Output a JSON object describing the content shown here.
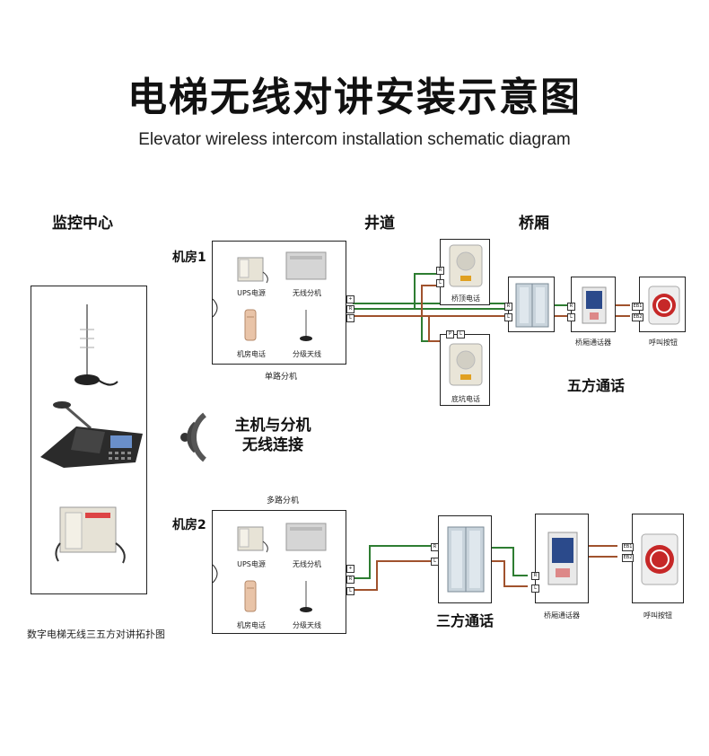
{
  "header": {
    "title": "电梯无线对讲安装示意图",
    "subtitle": "Elevator wireless intercom installation schematic diagram"
  },
  "sections": {
    "monitor_center": "监控中心",
    "shaft": "井道",
    "car": "桥厢"
  },
  "room1": {
    "label": "机房1",
    "devices": {
      "ups": "UPS电源",
      "wireless_ext": "无线分机",
      "room_phone": "机房电话",
      "antenna": "分级天线"
    },
    "caption": "单路分机"
  },
  "room2": {
    "label": "机房2",
    "top_caption": "多路分机",
    "devices": {
      "ups": "UPS电源",
      "wireless_ext": "无线分机",
      "room_phone": "机房电话",
      "antenna": "分级天线"
    }
  },
  "shaft_devices": {
    "top_phone": "桥顶电话",
    "pit_phone": "底坑电话"
  },
  "car_devices": {
    "car_intercom_1": "桥厢通话器",
    "call_button_1": "呼叫按钮",
    "car_intercom_2": "桥厢通话器",
    "call_button_2": "呼叫按钮"
  },
  "wireless": {
    "label_line1": "主机与分机",
    "label_line2": "无线连接"
  },
  "calls": {
    "five_way": "五方通话",
    "three_way": "三方通话"
  },
  "footer": {
    "caption": "数字电梯无线三五方对讲拓扑图"
  },
  "terminals": {
    "r": "R",
    "l": "L",
    "plus": "+",
    "p": "P",
    "eb1": "EB1",
    "eb2": "EB2"
  },
  "colors": {
    "wire_green": "#2e7d32",
    "wire_brown": "#a0522d",
    "accent_red": "#c62828"
  }
}
